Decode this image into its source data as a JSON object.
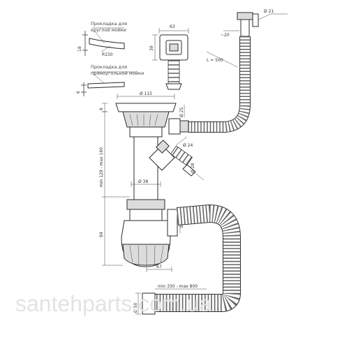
{
  "notes": {
    "round_gasket": "Прокладка для круглой мойки",
    "rect_gasket": "Прокладка для прямоугольной мойки"
  },
  "dims": {
    "r150": "R150",
    "d18": "18",
    "d6": "6",
    "w63": "63",
    "h39": "39",
    "d21": "Ø 21",
    "l20": "~20",
    "l500": "L = 500",
    "d115": "Ø 115",
    "d8": "8",
    "d25": "Ø 25",
    "d24": "Ø 24",
    "d28": "Ø 28",
    "d38": "Ø 38",
    "range1": "min 129 - max 160",
    "d94": "94",
    "d40": "Ø 40",
    "d67": "67",
    "range2": "min 330 - max 800",
    "d50": "Ø 50"
  },
  "watermark": "santehparts.com.ua"
}
